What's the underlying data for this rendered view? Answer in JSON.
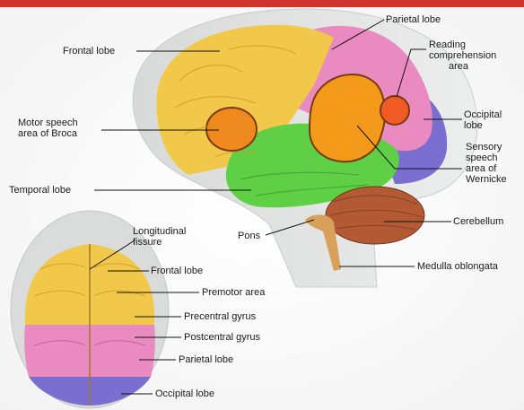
{
  "colors": {
    "top_bar": "#d0342c",
    "frontal": "#f2c84b",
    "parietal": "#e98ac1",
    "occipital": "#7a6ed1",
    "temporal": "#5fcf46",
    "broca": "#f08a1e",
    "wernicke": "#f39a1a",
    "cerebellum": "#b35a34",
    "stem": "#d9a05a"
  },
  "side_view": {
    "labels": {
      "frontal_lobe": "Frontal lobe",
      "parietal_lobe": "Parietal lobe",
      "reading_area": [
        "Reading",
        "comprehension",
        "area"
      ],
      "occipital_lobe": [
        "Occipital",
        "lobe"
      ],
      "motor_speech": [
        "Motor speech",
        "area of Broca"
      ],
      "sensory_speech": [
        "Sensory",
        "speech",
        "area of",
        "Wernicke"
      ],
      "temporal_lobe": "Temporal lobe",
      "pons": "Pons",
      "cerebellum": "Cerebellum",
      "medulla": "Medulla oblongata"
    }
  },
  "top_view": {
    "labels": {
      "longitudinal_fissure": [
        "Longitudinal",
        "fissure"
      ],
      "frontal_lobe": "Frontal lobe",
      "premotor_area": "Premotor area",
      "precentral_gyrus": "Precentral gyrus",
      "postcentral_gyrus": "Postcentral gyrus",
      "parietal_lobe": "Parietal lobe",
      "occipital_lobe": "Occipital lobe"
    }
  }
}
